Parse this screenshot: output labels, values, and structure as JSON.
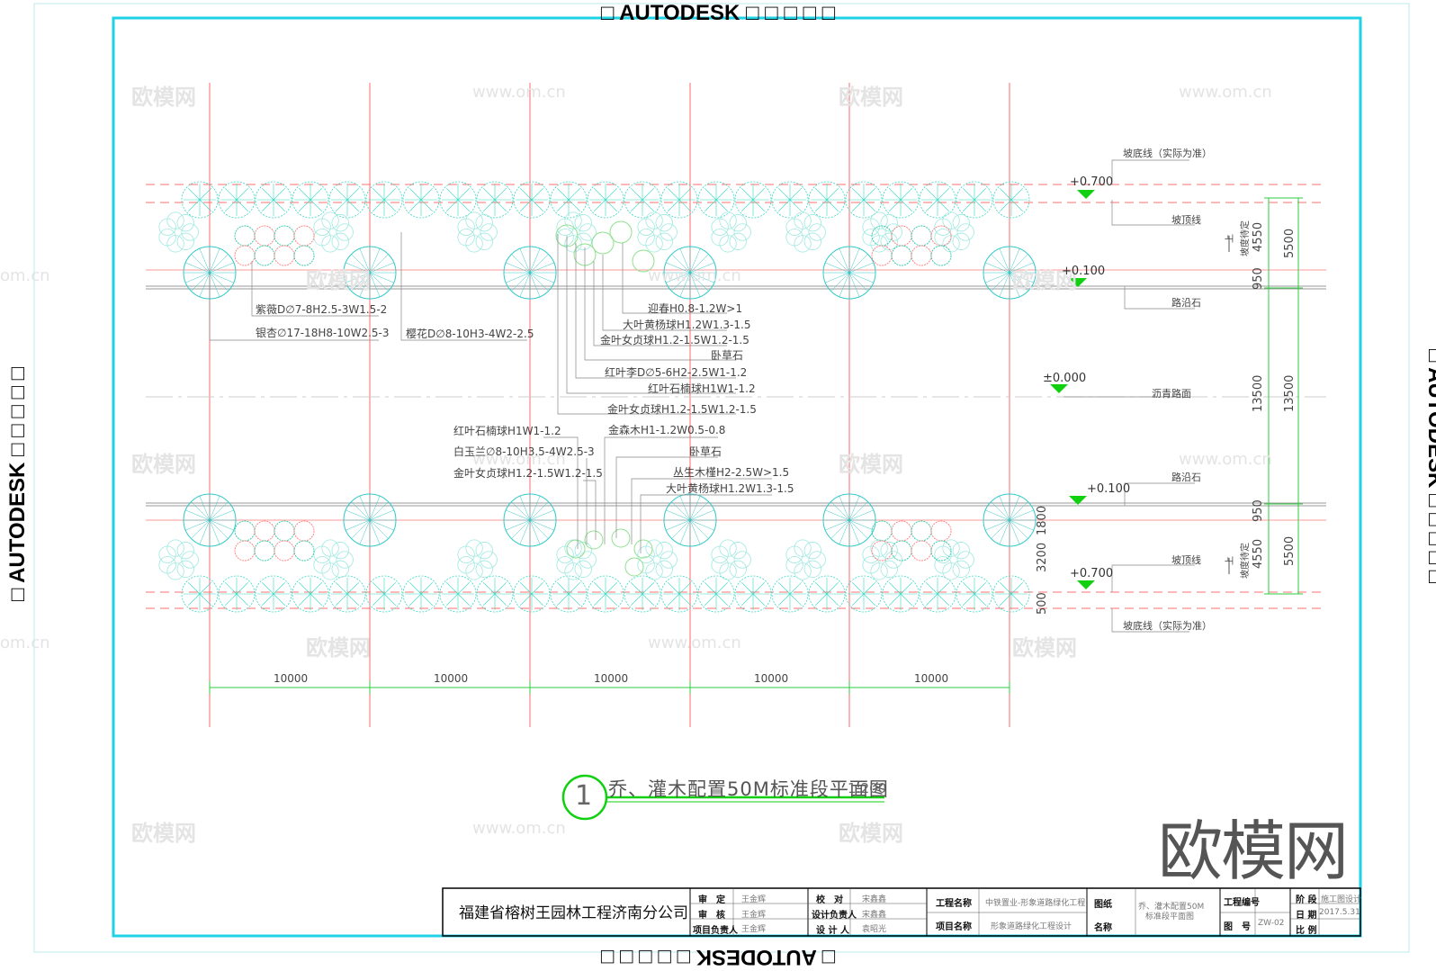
{
  "stamps": {
    "top": "□ AUTODESK □ □ □ □ □",
    "bottom": "□ AUTODESK □ □ □ □ □",
    "left": "□ AUTODESK □ □ □ □ □",
    "right": "□ AUTODESK □ □ □ □ □"
  },
  "watermarks": {
    "brand": "欧模网",
    "url": "www.om.cn",
    "edge_url": "om.cn"
  },
  "logo": "欧模网",
  "plant_labels": {
    "zw": "紫薇D∅7-8H2.5-3W1.5-2",
    "yx": "银杏∅17-18H8-10W2.5-3",
    "yh": "樱花D∅8-10H3-4W2-2.5",
    "jh": "迎春H0.8-1.2W>1",
    "dyhy": "大叶黄杨球H1.2W1.3-1.5",
    "jynz1": "金叶女贞球H1.2-1.5W1.2-1.5",
    "wcs1": "卧草石",
    "hyl": "红叶李D∅5-6H2-2.5W1-1.2",
    "hysn1": "红叶石楠球H1W1-1.2",
    "jynz2": "金叶女贞球H1.2-1.5W1.2-1.5",
    "hysn2": "红叶石楠球H1W1-1.2",
    "jxm": "金森木H1-1.2W0.5-0.8",
    "byl": "白玉兰∅8-10H3.5-4W2.5-3",
    "wcs2": "卧草石",
    "jynz3": "金叶女贞球H1.2-1.5W1.2-1.5",
    "csmj": "丛生木槿H2-2.5W>1.5",
    "dyhy2": "大叶黄杨球H1.2W1.3-1.5"
  },
  "right_labels": {
    "pdx1": "坡底线（实际为准）",
    "pdx_top": "坡顶线",
    "lys1": "路沿石",
    "lqlm": "沥青路面",
    "lys2": "路沿石",
    "pdx_top2": "坡顶线",
    "pdx2": "坡底线（实际为准）",
    "slope1": "坡度待定",
    "slope2": "坡度待定",
    "up1": "上",
    "up2": "上"
  },
  "elevations": {
    "e1": "+0.700",
    "e2": "+0.100",
    "e3": "±0.000",
    "e4": "+0.100",
    "e5": "+0.700"
  },
  "dimensions": {
    "horizontal": [
      "10000",
      "10000",
      "10000",
      "10000",
      "10000"
    ],
    "v_inner": [
      "4550",
      "950",
      "13500",
      "950",
      "4550"
    ],
    "v_outer": [
      "5500",
      "13500",
      "5500"
    ],
    "v_left": [
      "1800",
      "3200",
      "500"
    ]
  },
  "drawing_title": {
    "number": "1",
    "title": "乔、灌木配置50M标准段平面图",
    "scale": "1:200"
  },
  "title_block": {
    "company": "福建省榕树王园林工程济南分公司",
    "review_label": "审　定",
    "review_name": "王金辉",
    "audit_label": "审　核",
    "audit_name": "王金辉",
    "pm_label": "项目负责人",
    "pm_name": "王金辉",
    "check_label": "校　对",
    "check_name": "宋鑫鑫",
    "design_lead_label": "设计负责人",
    "design_lead_name": "宋鑫鑫",
    "designer_label": "设 计 人",
    "designer_name": "袁昭光",
    "project_name_label": "工程名称",
    "project_name": "中铁置业-形象道路绿化工程",
    "item_name_label": "项目名称",
    "item_name": "形象道路绿化工程设计",
    "sheet_label": "图纸",
    "sheet_label2": "名称",
    "sheet_name1": "乔、灌木配置50M",
    "sheet_name2": "标准段平面图",
    "project_no_label": "工程编号",
    "drawing_no_label": "图　号",
    "drawing_no": "ZW-02",
    "stage_label": "阶 段",
    "stage": "施工图设计",
    "date_label": "日 期",
    "date": "2017.5.31",
    "scale_label": "比 例"
  }
}
